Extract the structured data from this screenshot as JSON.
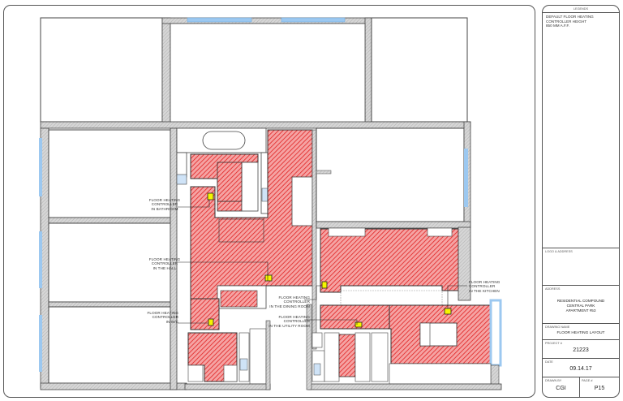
{
  "drawing": {
    "callouts": [
      {
        "id": "bathroom",
        "lines": [
          "FLOOR HEATING",
          "CONTROLLER",
          "IN BATHROOM"
        ]
      },
      {
        "id": "hall",
        "lines": [
          "FLOOR HEATING",
          "CONTROLLER",
          "IN THE HALL"
        ]
      },
      {
        "id": "wc",
        "lines": [
          "FLOOR HEATING",
          "CONTROLLER",
          "IN W/C"
        ]
      },
      {
        "id": "dining",
        "lines": [
          "FLOOR HEATING",
          "CONTROLLER",
          "IN THE DINING ROOM"
        ]
      },
      {
        "id": "utility",
        "lines": [
          "FLOOR HEATING",
          "CONTROLLER",
          "IN THE UTILITY ROOM"
        ]
      },
      {
        "id": "kitchen",
        "lines": [
          "FLOOR HEATING",
          "CONTROLLER",
          "IN THE KITCHEN"
        ]
      }
    ],
    "colors": {
      "heated_fill": "#f08080",
      "heated_stripe": "#e02020",
      "wall": "#cfcfcf",
      "wall_line": "#444444",
      "window": "#9cc8f0",
      "controller": "#f5f500"
    }
  },
  "title_block": {
    "legend": {
      "header": "LEGENDS",
      "lines": [
        "DEFAULT FLOOR HEATING",
        "CONTROLLER HEIGHT",
        "850 MM A.F.F."
      ]
    },
    "logo": {
      "label": "LOGO & ADDRESS"
    },
    "address": {
      "label": "ADDRESS",
      "lines": [
        "RESIDENTIAL COMPOUND",
        "CENTRAL PARK",
        "APARTMENT #53"
      ]
    },
    "drawing_name": {
      "label": "DRAWING NAME",
      "value": "FLOOR HEATING LAYOUT"
    },
    "project": {
      "label": "PROJECT #",
      "value": "21223"
    },
    "date": {
      "label": "DATE",
      "value": "09.14.17"
    },
    "drawn_by": {
      "label": "DRAWN BY",
      "value": "CGI"
    },
    "page": {
      "label": "PAGE #",
      "value": "P15"
    }
  }
}
